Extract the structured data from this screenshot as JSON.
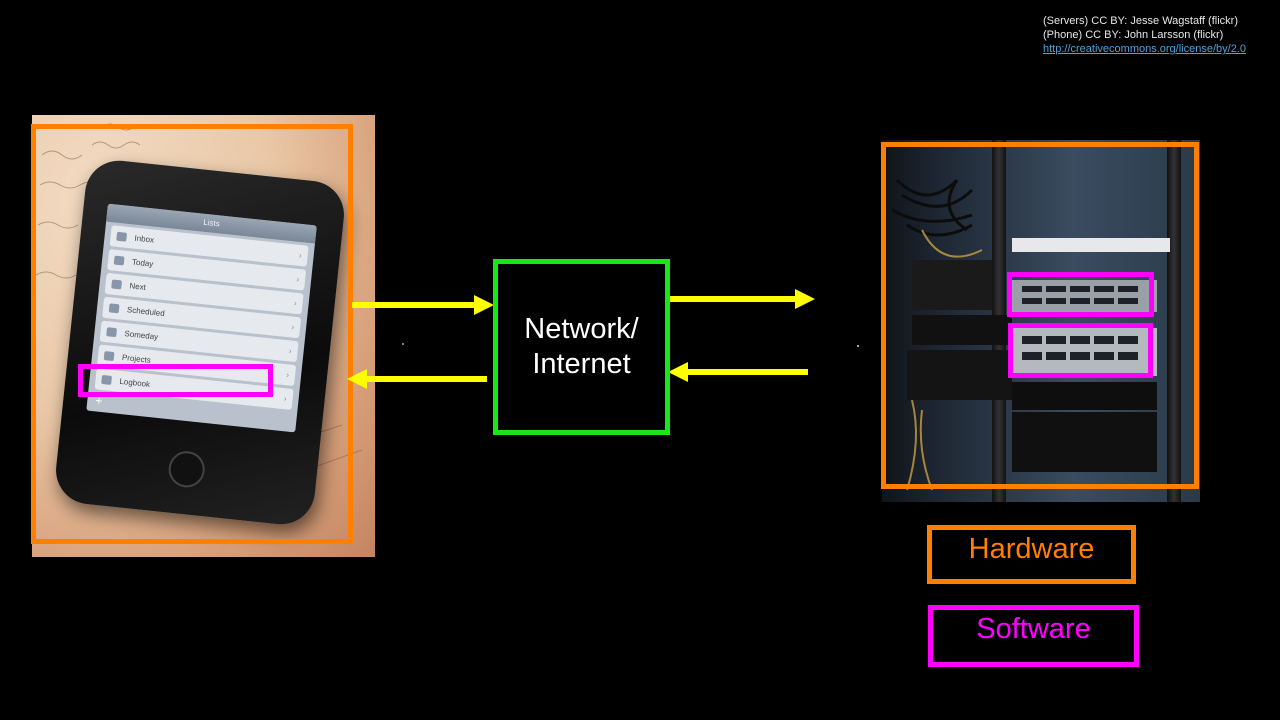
{
  "credits": {
    "line1": "(Servers) CC BY: Jesse Wagstaff (flickr)",
    "line2": "(Phone) CC BY: John Larsson (flickr)",
    "link": "http://creativecommons.org/license/by/2.0"
  },
  "network": {
    "line1": "Network/",
    "line2": "Internet"
  },
  "legend": {
    "hardware": "Hardware",
    "software": "Software"
  },
  "phone_screen": {
    "title": "Lists",
    "rows": [
      "Inbox",
      "Today",
      "Next",
      "Scheduled",
      "Someday",
      "Projects",
      "Logbook"
    ]
  },
  "colors": {
    "hardware": "#ff8000",
    "software": "#ff00ff",
    "network": "#19e619",
    "arrow": "#ffff00",
    "background": "#000000"
  }
}
